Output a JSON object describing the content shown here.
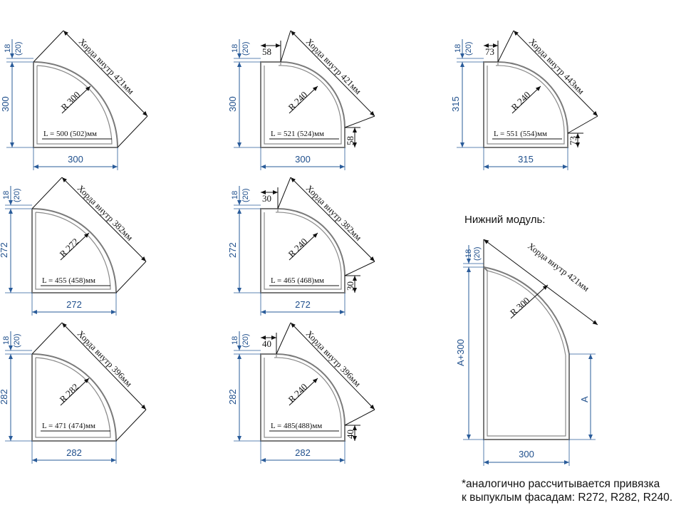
{
  "diagrams": [
    {
      "chord": "Хорда внутр 421мм",
      "radius": "R 300",
      "length": "L = 500 (502)мм",
      "height": "300",
      "width": "300",
      "top_a": "18",
      "top_b": "(20)",
      "corner": ""
    },
    {
      "chord": "Хорда внутр 421мм",
      "radius": "R 240",
      "length": "L = 521 (524)мм",
      "height": "300",
      "width": "300",
      "top_a": "18",
      "top_b": "(20)",
      "corner": "58"
    },
    {
      "chord": "Хорда внутр 443мм",
      "radius": "R 240",
      "length": "L = 551 (554)мм",
      "height": "315",
      "width": "315",
      "top_a": "18",
      "top_b": "(20)",
      "corner": "73"
    },
    {
      "chord": "Хорда внутр 382мм",
      "radius": "R 272",
      "length": "L = 455 (458)мм",
      "height": "272",
      "width": "272",
      "top_a": "18",
      "top_b": "(20)",
      "corner": ""
    },
    {
      "chord": "Хорда внутр 382мм",
      "radius": "R 240",
      "length": "L = 465 (468)мм",
      "height": "272",
      "width": "272",
      "top_a": "18",
      "top_b": "(20)",
      "corner": "30"
    },
    {
      "chord": "Хорда внутр 396мм",
      "radius": "R 282",
      "length": "L = 471 (474)мм",
      "height": "282",
      "width": "282",
      "top_a": "18",
      "top_b": "(20)",
      "corner": ""
    },
    {
      "chord": "Хорда внутр 396мм",
      "radius": "R 240",
      "length": "L = 485(488)мм",
      "height": "282",
      "width": "282",
      "top_a": "18",
      "top_b": "(20)",
      "corner": "40"
    }
  ],
  "lower_module": {
    "heading": "Нижний модуль:",
    "chord": "Хорда внутр 421мм",
    "radius": "R 300",
    "height": "A+300",
    "side": "A",
    "width": "300",
    "top_a": "18",
    "top_b": "(20)"
  },
  "note": {
    "line1": "*аналогично рассчитывается привязка",
    "line2": "к выпуклым фасадам: R272, R282, R240."
  }
}
